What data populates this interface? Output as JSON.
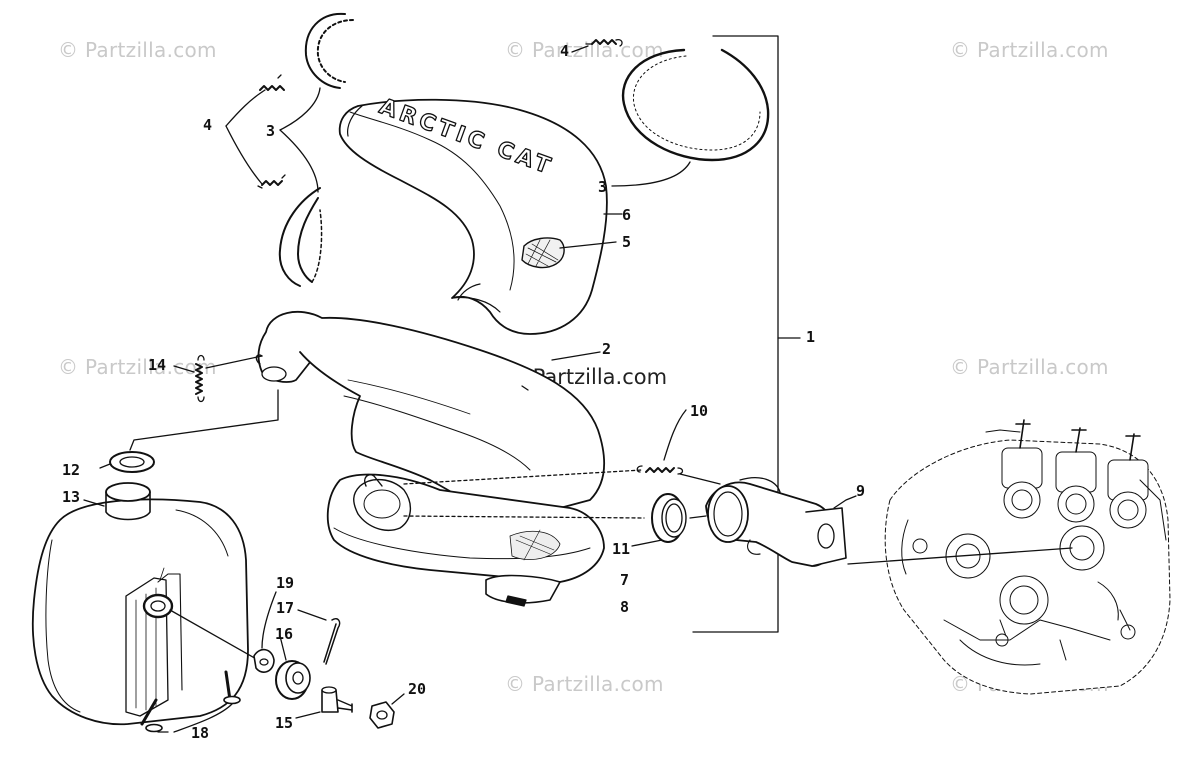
{
  "watermark": {
    "text": "© Partzilla.com"
  },
  "center_watermark": {
    "text": "© Partzilla.com"
  },
  "muffler_logo": {
    "text": "ARCTIC CAT"
  },
  "callouts": {
    "c1": "1",
    "c2": "2",
    "c3a": "3",
    "c3b": "3",
    "c4a": "4",
    "c4b": "4",
    "c5": "5",
    "c6": "6",
    "c7": "7",
    "c8": "8",
    "c9": "9",
    "c10": "10",
    "c11": "11",
    "c12": "12",
    "c13": "13",
    "c14": "14",
    "c15": "15",
    "c16": "16",
    "c17": "17",
    "c18": "18",
    "c19": "19",
    "c20": "20"
  }
}
